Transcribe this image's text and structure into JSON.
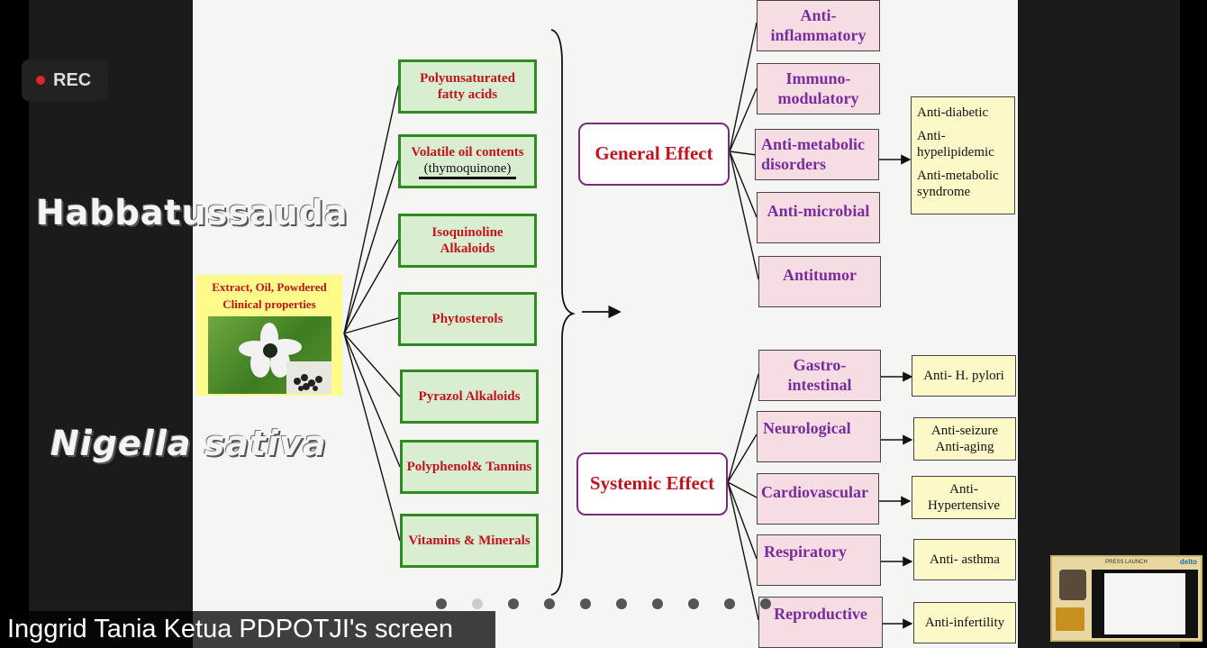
{
  "recording": {
    "label": "REC"
  },
  "overlay": {
    "title_top": "Habbatussauda",
    "title_bottom": "Nigella sativa"
  },
  "source_box": {
    "line1": "Extract, Oil, Powdered",
    "line2": "Clinical properties"
  },
  "components": [
    {
      "line1": "Polyunsaturated",
      "line2": "fatty acids"
    },
    {
      "line1": "Volatile oil contents",
      "line2": "(thymoquinone)"
    },
    {
      "line1": "Isoquinoline",
      "line2": "Alkaloids"
    },
    {
      "line1": "Phytosterols",
      "line2": ""
    },
    {
      "line1": "Pyrazol Alkaloids",
      "line2": ""
    },
    {
      "line1": "Polyphenol& Tannins",
      "line2": ""
    },
    {
      "line1": "Vitamins & Minerals",
      "line2": ""
    }
  ],
  "general": {
    "label": "General Effect",
    "effects": [
      {
        "line1": "Anti-",
        "line2": "inflammatory"
      },
      {
        "line1": "Immuno-",
        "line2": "modulatory"
      },
      {
        "line1": "Anti-metabolic",
        "line2": "disorders"
      },
      {
        "line1": "Anti-microbial",
        "line2": ""
      },
      {
        "line1": "Antitumor",
        "line2": ""
      }
    ],
    "metabolic_details": [
      "Anti-diabetic",
      "Anti-",
      "hypelipidemic",
      "Anti-metabolic",
      "syndrome"
    ]
  },
  "systemic": {
    "label": "Systemic Effect",
    "effects": [
      {
        "line1": "Gastro-",
        "line2": "intestinal",
        "result1": "Anti- H. pylori",
        "result2": ""
      },
      {
        "line1": "Neurological",
        "line2": "",
        "result1": "Anti-seizure",
        "result2": "Anti-aging"
      },
      {
        "line1": "Cardiovascular",
        "line2": "",
        "result1": "Anti-",
        "result2": "Hypertensive"
      },
      {
        "line1": "Respiratory",
        "line2": "",
        "result1": "Anti- asthma",
        "result2": ""
      },
      {
        "line1": "Reproductive",
        "line2": "",
        "result1": "Anti-infertility",
        "result2": ""
      }
    ]
  },
  "screen_share": {
    "caption": "Inggrid Tania Ketua PDPOTJI's screen"
  },
  "thumbnail": {
    "header": "PRESS LAUNCH",
    "brand": "delto"
  },
  "pagination": {
    "total": 10,
    "active": 1
  },
  "colors": {
    "accent_red": "#c4121c",
    "accent_purple": "#7a2b9c",
    "green_border": "#2e8b1f",
    "rec_dot": "#e0262b"
  }
}
